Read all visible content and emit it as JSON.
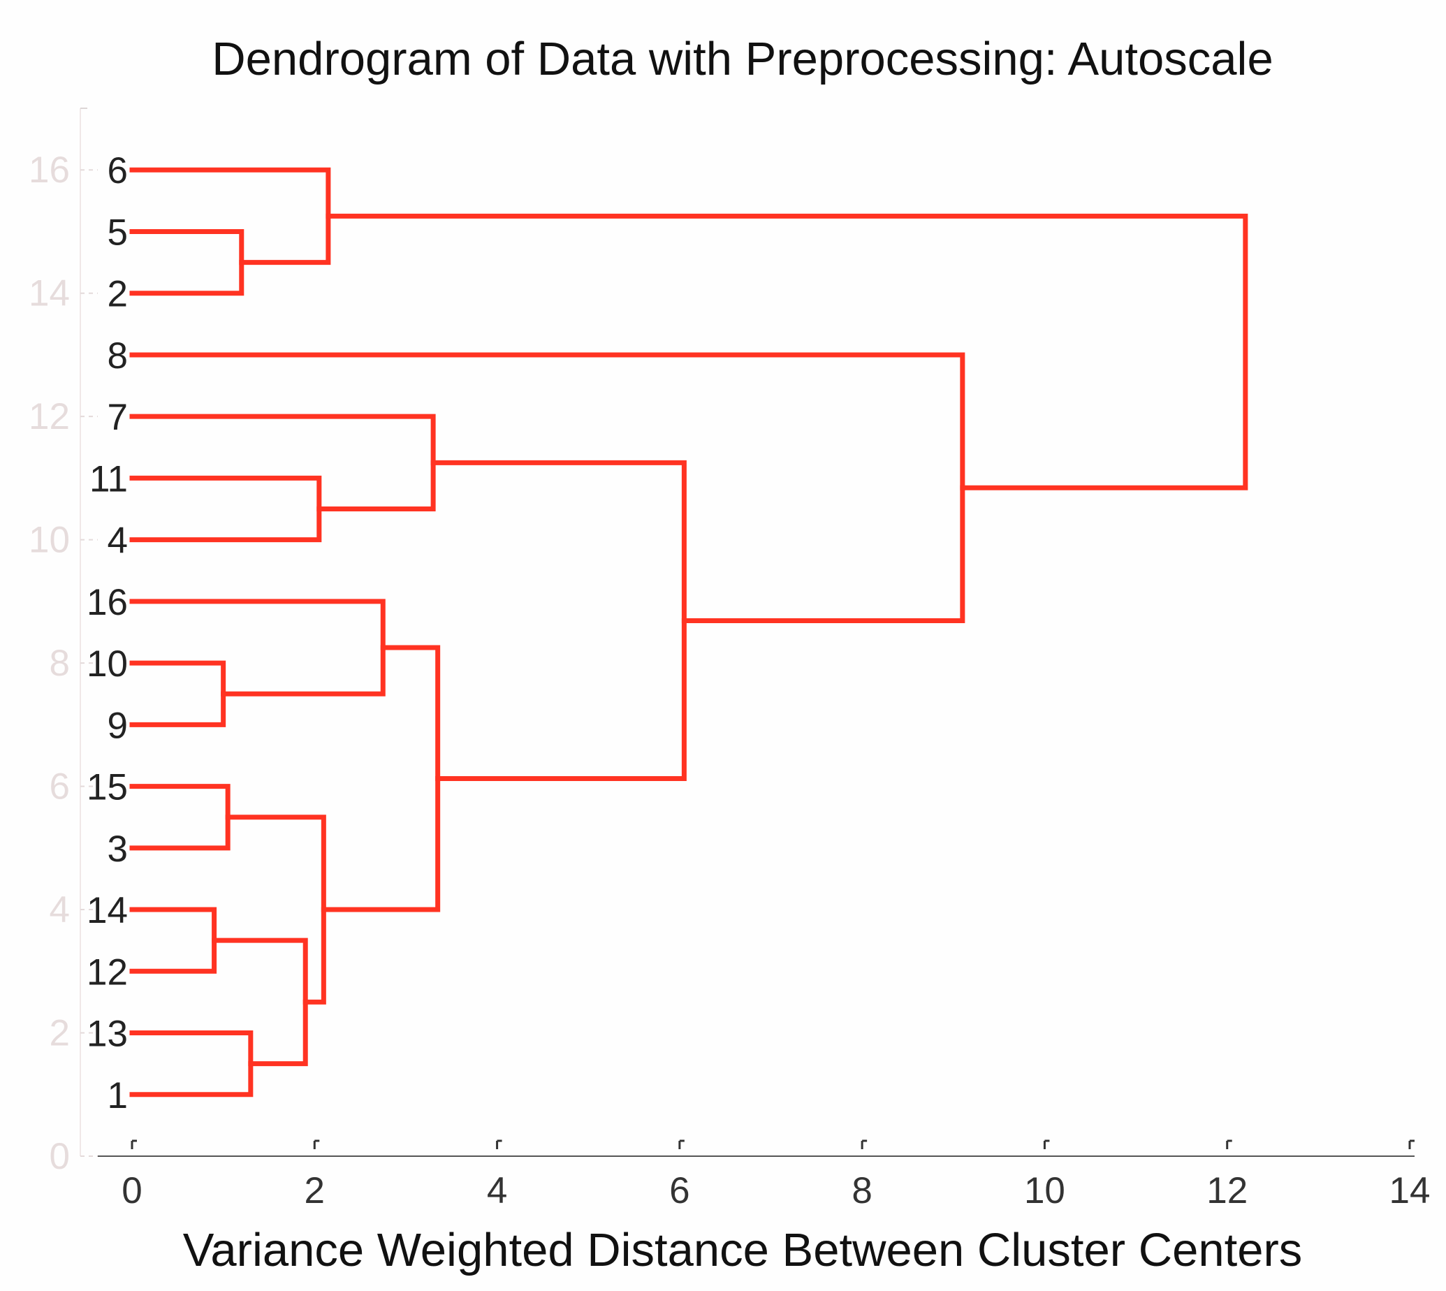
{
  "chart_data": {
    "type": "dendrogram",
    "title": "Dendrogram of Data with Preprocessing: Autoscale",
    "xlabel": "Variance Weighted Distance Between Cluster Centers",
    "xlim": [
      0,
      14
    ],
    "xticks": [
      "0",
      "2",
      "4",
      "6",
      "8",
      "10",
      "12",
      "14"
    ],
    "ylim": [
      0,
      17
    ],
    "yticks": [
      "0",
      "2",
      "4",
      "6",
      "8",
      "10",
      "12",
      "14",
      "16"
    ],
    "leaf_order_top_to_bottom": [
      "6",
      "5",
      "2",
      "8",
      "7",
      "11",
      "4",
      "16",
      "10",
      "9",
      "15",
      "3",
      "14",
      "12",
      "13",
      "1"
    ],
    "merges": [
      {
        "leaves": [
          "6",
          "5",
          "2"
        ],
        "distance": 2.15
      },
      {
        "leaves": [
          "5",
          "2"
        ],
        "distance": 1.2
      },
      {
        "leaves": [
          "7",
          "11",
          "4"
        ],
        "distance": 3.3
      },
      {
        "leaves": [
          "11",
          "4"
        ],
        "distance": 2.05
      },
      {
        "leaves": [
          "16",
          "10",
          "9"
        ],
        "distance": 2.75
      },
      {
        "leaves": [
          "10",
          "9"
        ],
        "distance": 1.0
      },
      {
        "leaves": [
          "15",
          "3"
        ],
        "distance": 1.05
      },
      {
        "leaves": [
          "14",
          "12"
        ],
        "distance": 0.9
      },
      {
        "leaves": [
          "13",
          "1"
        ],
        "distance": 1.3
      },
      {
        "leaves": [
          "14",
          "12",
          "13",
          "1"
        ],
        "distance": 1.9
      },
      {
        "leaves": [
          "15",
          "3",
          "14",
          "12",
          "13",
          "1"
        ],
        "distance": 2.1
      },
      {
        "leaves": [
          "16",
          "10",
          "9",
          "15",
          "3",
          "14",
          "12",
          "13",
          "1"
        ],
        "distance": 3.35
      },
      {
        "leaves": [
          "7",
          "11",
          "4",
          "16",
          "10",
          "9",
          "15",
          "3",
          "14",
          "12",
          "13",
          "1"
        ],
        "distance": 6.05
      },
      {
        "leaves": [
          "8",
          "7",
          "11",
          "4",
          "16",
          "10",
          "9",
          "15",
          "3",
          "14",
          "12",
          "13",
          "1"
        ],
        "distance": 9.1
      },
      {
        "leaves": [
          "6",
          "5",
          "2",
          "8",
          "7",
          "11",
          "4",
          "16",
          "10",
          "9",
          "15",
          "3",
          "14",
          "12",
          "13",
          "1"
        ],
        "distance": 12.2
      }
    ],
    "line_color": "#ff3322",
    "grid": false
  }
}
